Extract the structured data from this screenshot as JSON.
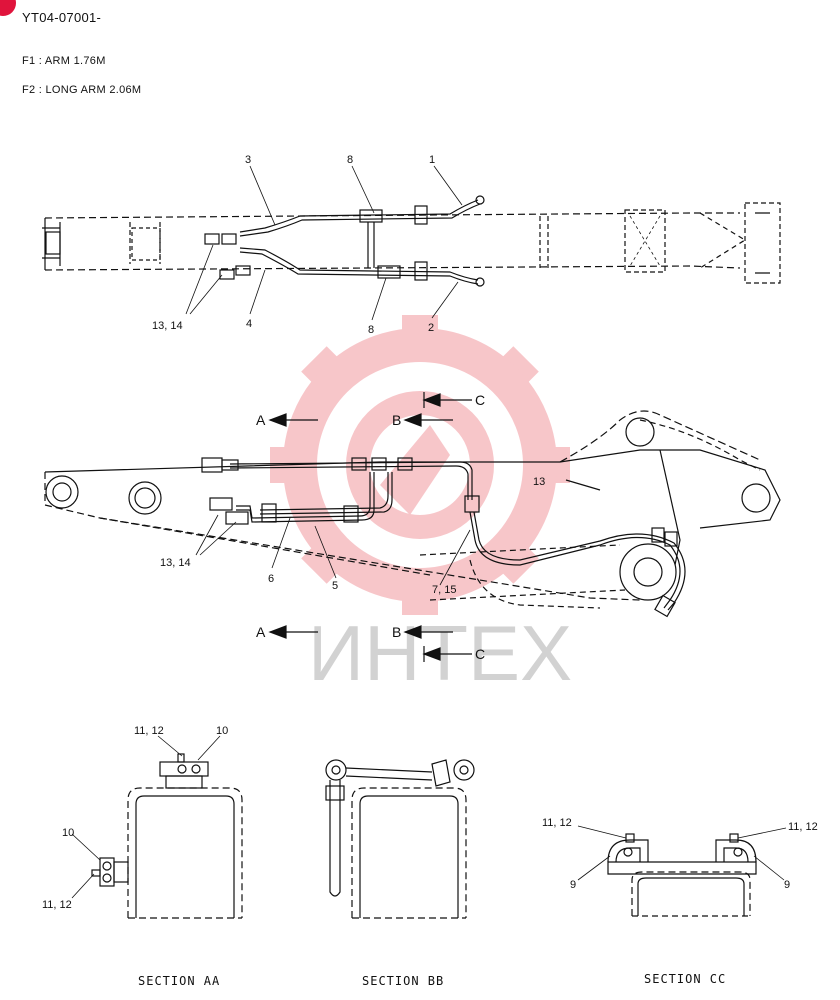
{
  "doc": {
    "code": "YT04-07001-",
    "options": [
      {
        "label": "F1 : ARM 1.76M"
      },
      {
        "label": "F2 : LONG ARM 2.06M"
      }
    ]
  },
  "callouts": {
    "c1": "1",
    "c2": "2",
    "c3": "3",
    "c4": "4",
    "c5": "5",
    "c6": "6",
    "c8a": "8",
    "c8b": "8",
    "c1314a": "13, 14",
    "c1314b": "13, 14",
    "c715": "7, 15",
    "c13": "13",
    "aa_1112_top": "11, 12",
    "aa_10_top": "10",
    "aa_10_side": "10",
    "aa_1112_side": "11, 12",
    "cc_1112_l": "11, 12",
    "cc_1112_r": "11, 12",
    "cc_9_l": "9",
    "cc_9_r": "9"
  },
  "section_marks": {
    "a_top": "A",
    "b_top": "B",
    "c_top": "C",
    "a_bot": "A",
    "b_bot": "B",
    "c_bot": "C"
  },
  "sections": {
    "aa": "SECTION AA",
    "bb": "SECTION BB",
    "cc": "SECTION CC"
  },
  "watermark": {
    "text": "ИНТЕХ",
    "color": "#e8505b"
  }
}
